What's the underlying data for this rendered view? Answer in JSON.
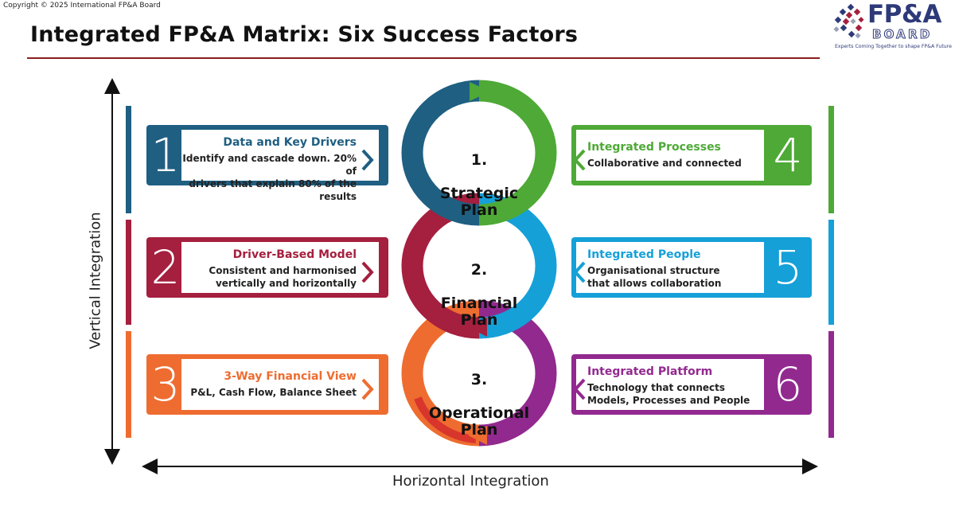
{
  "header": {
    "copyright": "Copyright © 2025 International  FP&A Board",
    "title": "Integrated FP&A Matrix: Six Success Factors"
  },
  "logo": {
    "name_top": "FP&A",
    "name_bottom": "BOARD",
    "tagline": "Experts Coming Together to shape FP&A Future"
  },
  "plans": [
    {
      "number": "1.",
      "label": "Strategic\nPlan"
    },
    {
      "number": "2.",
      "label": "Financial\nPlan"
    },
    {
      "number": "3.",
      "label": "Operational\nPlan"
    }
  ],
  "factors": [
    {
      "number": "1",
      "title": "Data and Key Drivers",
      "description": "Identify and cascade down. 20% of\ndrivers that explain 80% of the results",
      "color": "#1f5f82"
    },
    {
      "number": "2",
      "title": "Driver-Based Model",
      "description": "Consistent and harmonised\nvertically and horizontally",
      "color": "#a51f3e"
    },
    {
      "number": "3",
      "title": "3-Way Financial View",
      "description": "P&L, Cash Flow, Balance Sheet",
      "color": "#ee6c30"
    },
    {
      "number": "4",
      "title": "Integrated Processes",
      "description": "Collaborative and connected",
      "color": "#4ea936"
    },
    {
      "number": "5",
      "title": "Integrated People",
      "description": "Organisational structure\nthat allows collaboration",
      "color": "#15a0d8"
    },
    {
      "number": "6",
      "title": "Integrated Platform",
      "description": "Technology that connects\nModels, Processes and People",
      "color": "#92298f"
    }
  ],
  "axes": {
    "vertical": "Vertical Integration",
    "horizontal": "Horizontal Integration"
  }
}
